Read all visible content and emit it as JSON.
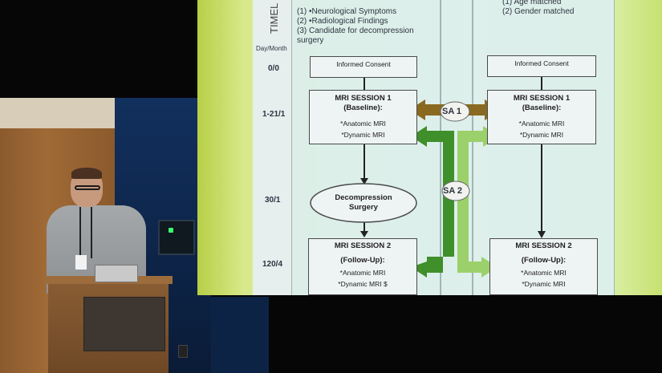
{
  "slide": {
    "timeline_label": "TIMEL",
    "day_month_header": "Day/Month",
    "criteria_left": [
      "(1)    •Neurological Symptoms",
      "(2)    •Radiological Findings",
      "(3)    Candidate for decompression",
      "         surgery"
    ],
    "criteria_right": [
      "(1)    Age matched",
      "(2)    Gender matched"
    ],
    "times": [
      "0/0",
      "1-21/1",
      "30/1",
      "120/4"
    ],
    "left": {
      "consent": "Informed Consent",
      "session1": {
        "title": "MRI SESSION 1",
        "subtitle": "(Baseline):",
        "items": [
          "*Anatomic MRI",
          "*Dynamic MRI"
        ]
      },
      "surgery": [
        "Decompression",
        "Surgery"
      ],
      "session2": {
        "title": "MRI SESSION 2",
        "subtitle": "(Follow-Up):",
        "items": [
          "*Anatomic MRI",
          "*Dynamic MRI $"
        ]
      }
    },
    "right": {
      "consent": "Informed Consent",
      "session1": {
        "title": "MRI SESSION 1",
        "subtitle": "(Baseline):",
        "items": [
          "*Anatomic MRI",
          "*Dynamic MRI"
        ]
      },
      "session2": {
        "title": "MRI SESSION 2",
        "subtitle": "(Follow-Up):",
        "items": [
          "*Anatomic MRI",
          "*Dynamic MRI"
        ]
      }
    },
    "sa1": "SA 1",
    "sa2": "SA 2"
  },
  "colors": {
    "sa1_arrow": "#8a6a20",
    "sa2_arrow_dark": "#3f8f2a",
    "sa2_arrow_light": "#9bd06a",
    "screen_green": "#c7e171"
  }
}
